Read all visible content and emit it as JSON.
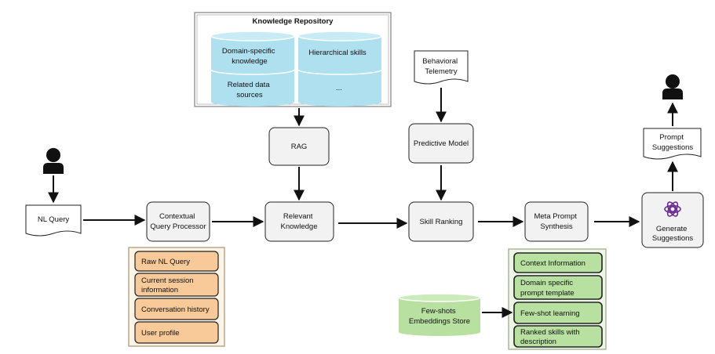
{
  "knowledge_repository": {
    "title": "Knowledge Repository",
    "items": [
      [
        "Domain-specific",
        "knowledge"
      ],
      [
        "Hierarchical skills"
      ],
      [
        "Related data",
        "sources"
      ],
      [
        "..."
      ]
    ]
  },
  "nodes": {
    "nl_query": [
      "NL Query"
    ],
    "contextual_query_processor": [
      "Contextual",
      "Query Processor"
    ],
    "rag": [
      "RAG"
    ],
    "relevant_knowledge": [
      "Relevant",
      "Knowledge"
    ],
    "behavioral_telemetry": [
      "Behavioral",
      "Telemetry"
    ],
    "predictive_model": [
      "Predictive Model"
    ],
    "skill_ranking": [
      "Skill Ranking"
    ],
    "meta_prompt_synthesis": [
      "Meta Prompt",
      "Synthesis"
    ],
    "generate_suggestions": [
      "Generate",
      "Suggestions"
    ],
    "prompt_suggestions": [
      "Prompt",
      "Suggestions"
    ],
    "few_shots_store": [
      "Few-shots",
      "Embeddings Store"
    ]
  },
  "context_inputs": [
    [
      "Raw NL Query"
    ],
    [
      "Current session",
      "information"
    ],
    [
      "Conversation history"
    ],
    [
      "User profile"
    ]
  ],
  "prompt_components": [
    [
      "Context Information"
    ],
    [
      "Domain specific",
      "prompt template"
    ],
    [
      "Few-shot learning"
    ],
    [
      "Ranked skills with",
      "description"
    ]
  ],
  "colors": {
    "cylinder_blue": "#aee0f0",
    "orange_item": "#f8c999",
    "green_item": "#b7e0a1",
    "node_fill": "#f2f2f2"
  }
}
